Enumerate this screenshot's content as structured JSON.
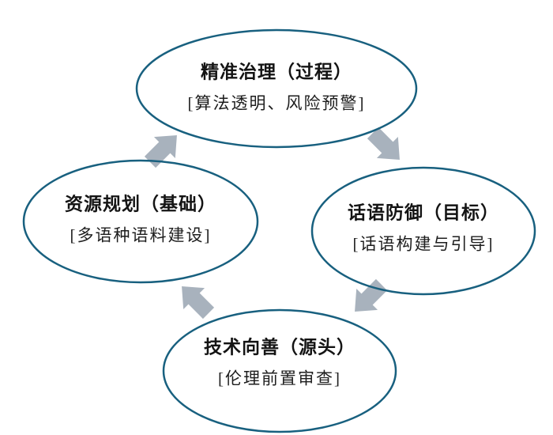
{
  "diagram": {
    "type": "cycle",
    "background_color": "#ffffff",
    "ellipse_stroke_color": "#18607F",
    "arrow_fill_color": "#A8B2BD",
    "text_color": "#141414",
    "nodes": {
      "top": {
        "title": "精准治理（过程）",
        "subtitle": "[算法透明、风险预警]"
      },
      "right": {
        "title": "话语防御（目标）",
        "subtitle": "[话语构建与引导]"
      },
      "bottom": {
        "title": "技术向善（源头）",
        "subtitle": "[伦理前置审查]"
      },
      "left": {
        "title": "资源规划（基础）",
        "subtitle": "[多语种语料建设]"
      }
    },
    "arrows": [
      {
        "from": "left",
        "to": "top"
      },
      {
        "from": "top",
        "to": "right"
      },
      {
        "from": "right",
        "to": "bottom"
      },
      {
        "from": "bottom",
        "to": "left"
      }
    ]
  }
}
